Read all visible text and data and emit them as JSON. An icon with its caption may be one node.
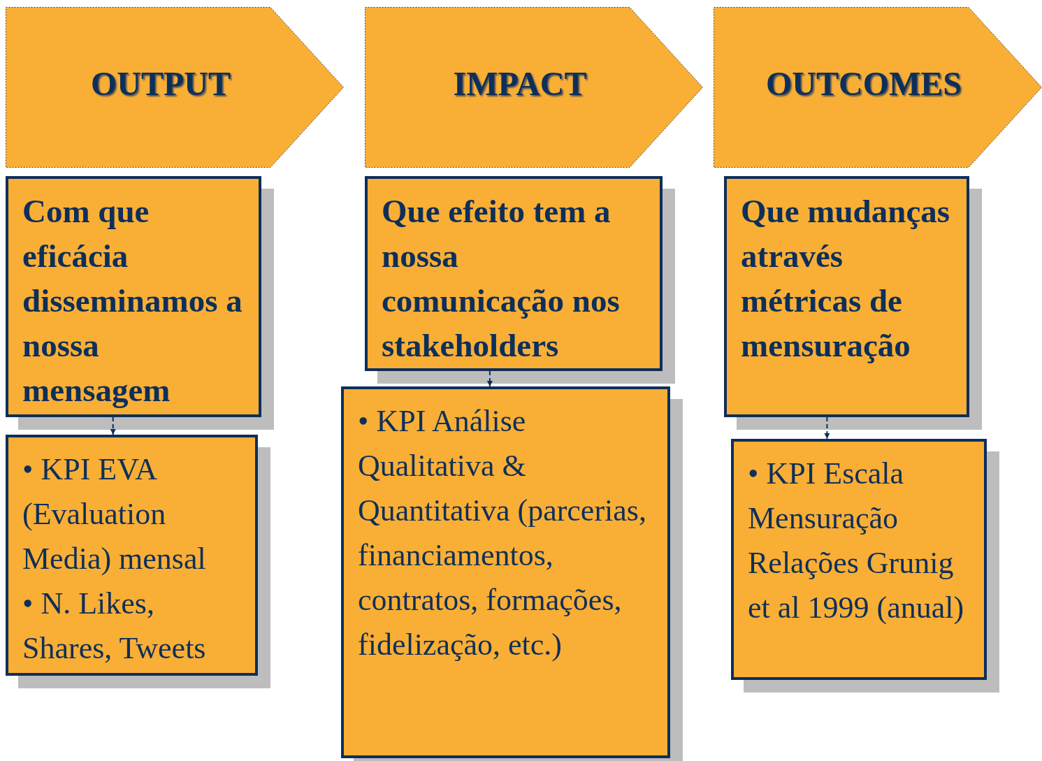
{
  "diagram": {
    "nodes": [
      {
        "text": [
          "OUTPUT"
        ]
      },
      {
        "text": [
          "IMPACT"
        ]
      },
      {
        "text": [
          "OUTCOMES"
        ]
      },
      {
        "text": [
          "Com que eficácia disseminamos a nossa mensagem"
        ]
      },
      {
        "text": [
          "Que efeito tem a nossa comunicação nos stakeholders"
        ]
      },
      {
        "text": [
          "Que mudanças através métricas de mensuração"
        ]
      },
      {
        "text": [
          "• KPI EVA (Evaluation Media) mensal",
          "• N. Likes, Shares, Tweets"
        ]
      },
      {
        "text": [
          "• KPI Análise Qualitativa & Quantitativa (parcerias, financiamentos, contratos, formações, fidelização, etc.)"
        ]
      },
      {
        "text": [
          "• KPI Escala Mensuração Relações Grunig et al 1999 (anual)"
        ]
      }
    ],
    "edges": [
      {
        "from": 3,
        "to": 6,
        "arrow": "to",
        "style": "dashed"
      },
      {
        "from": 4,
        "to": 7,
        "arrow": "to",
        "style": "dashed"
      },
      {
        "from": 5,
        "to": 8,
        "arrow": "to",
        "style": "dashed"
      }
    ]
  }
}
